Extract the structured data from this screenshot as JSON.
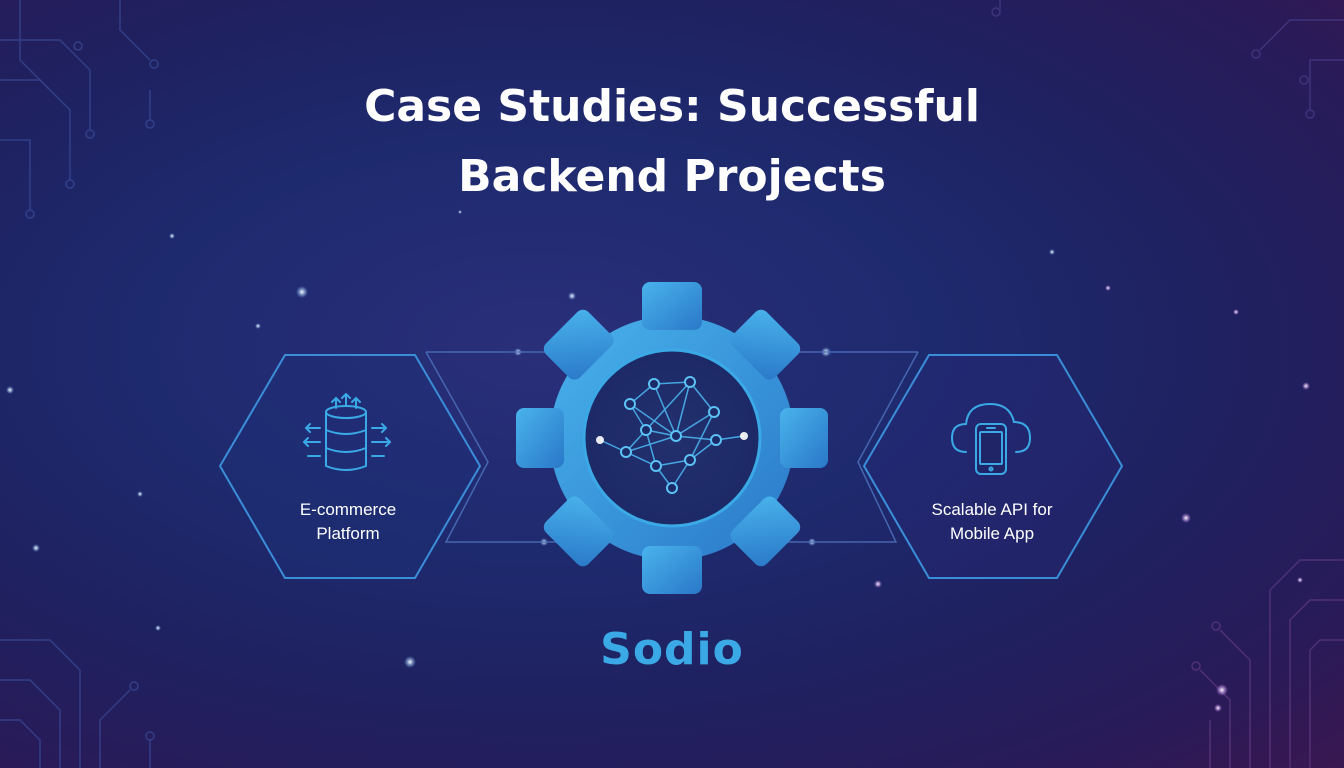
{
  "title": {
    "line1": "Case Studies: Successful",
    "line2": "Backend Projects"
  },
  "cards": {
    "left": {
      "label_line1": "E-commerce",
      "label_line2": "Platform",
      "icon": "database-icon"
    },
    "right": {
      "label_line1": "Scalable API for",
      "label_line2": "Mobile App",
      "icon": "cloud-mobile-icon"
    }
  },
  "center": {
    "icon": "gear-network-icon"
  },
  "brand": {
    "name": "Sodio"
  },
  "colors": {
    "accent": "#3aa9e6",
    "gear": "#2f8fd6",
    "outline": "#3a8ed8",
    "bg_left": "#1e2a6e",
    "bg_right": "#3a1750"
  }
}
